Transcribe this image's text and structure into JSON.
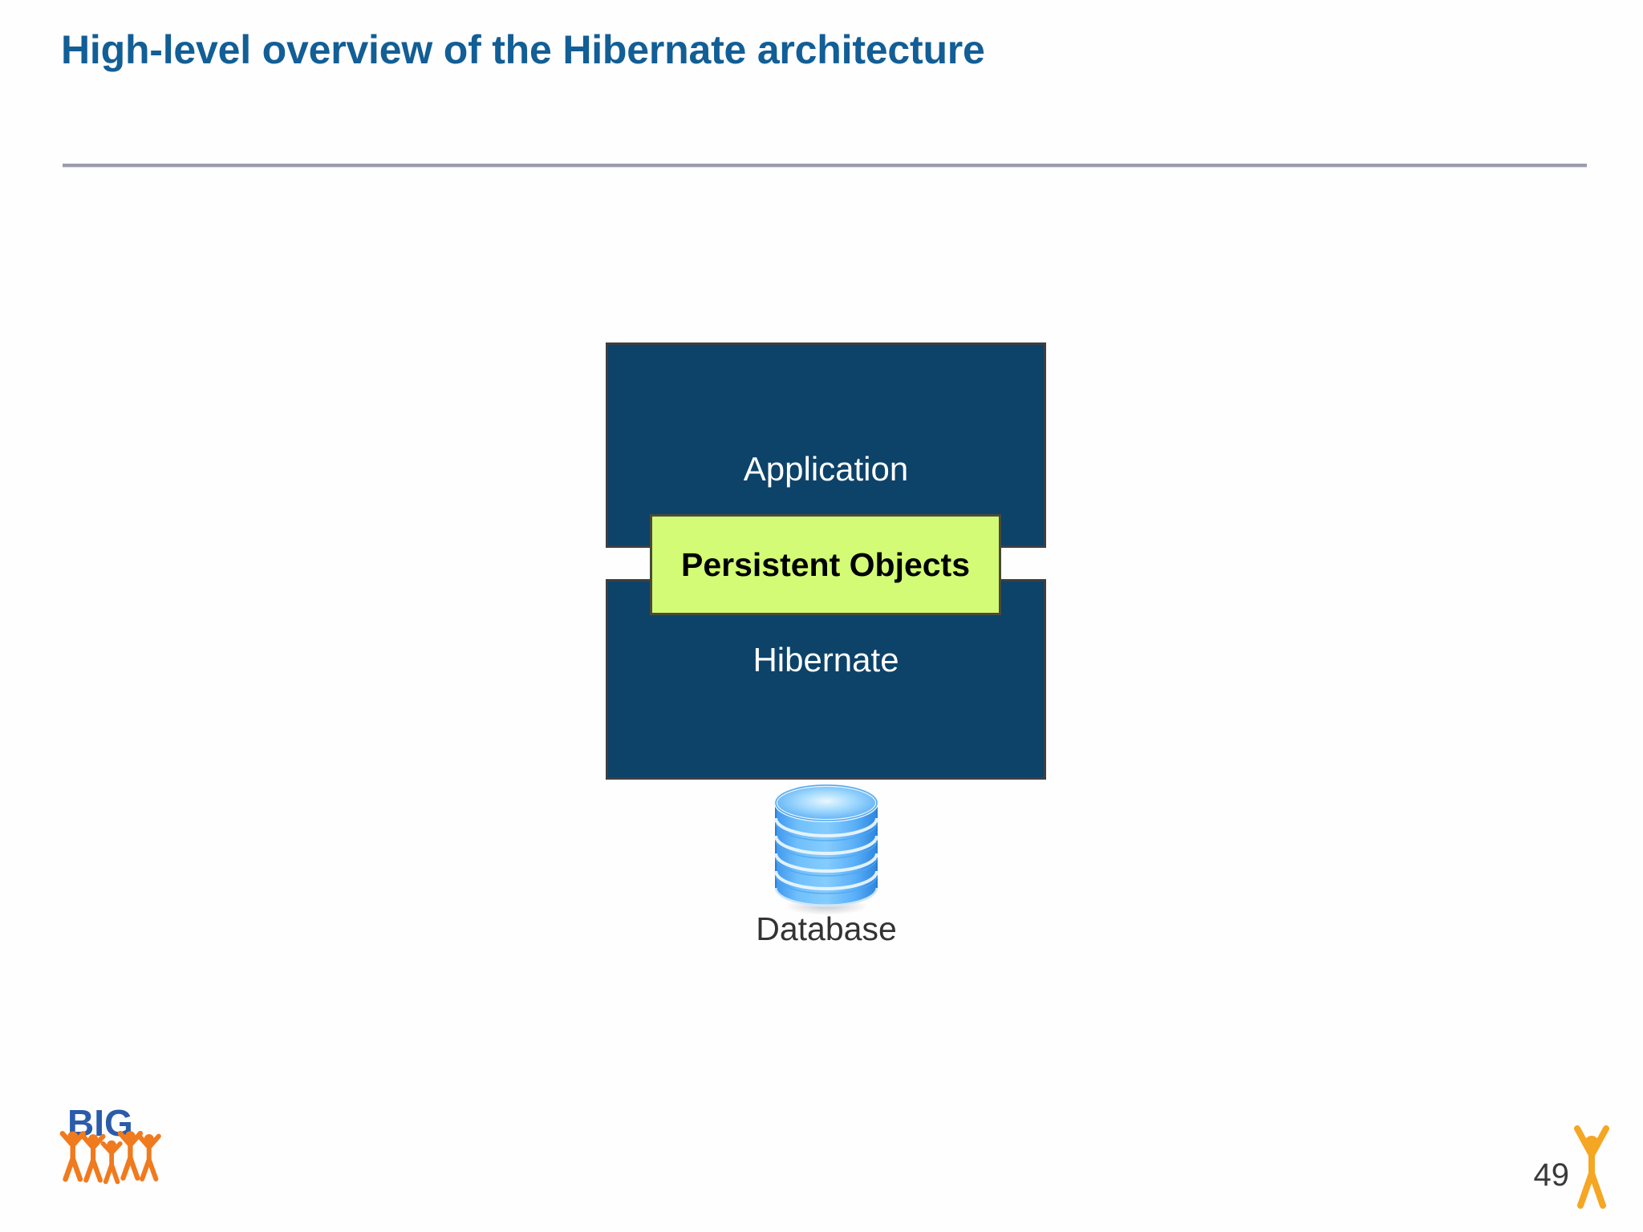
{
  "slide": {
    "title": "High-level overview of the Hibernate architecture",
    "page_number": "49",
    "title_color": "#125E96",
    "divider_color": "#9C9CB0",
    "background_color": "#FFFFFF"
  },
  "diagram": {
    "type": "layered-architecture",
    "layers": [
      {
        "id": "application",
        "label": "Application",
        "fill_color": "#0D4269",
        "text_color": "#FFFFFF",
        "border_color": "#3E3E42"
      },
      {
        "id": "persistent-objects",
        "label": "Persistent Objects",
        "fill_color": "#D3FB76",
        "text_color": "#000000",
        "border_color": "#4A4A3A",
        "emphasis": "bold"
      },
      {
        "id": "hibernate",
        "label": "Hibernate",
        "fill_color": "#0D4269",
        "text_color": "#FFFFFF",
        "border_color": "#3E3E42"
      }
    ],
    "database": {
      "icon": "database-cylinder-icon",
      "label": "Database",
      "label_color": "#333333",
      "icon_color": "#4FA8F5"
    }
  },
  "branding": {
    "logo_text": "BIG",
    "logo_text_color": "#2A5CAA",
    "logo_figure_color": "#F07A1E",
    "figure_count": 5,
    "footer_figure_color": "#F5A623"
  }
}
